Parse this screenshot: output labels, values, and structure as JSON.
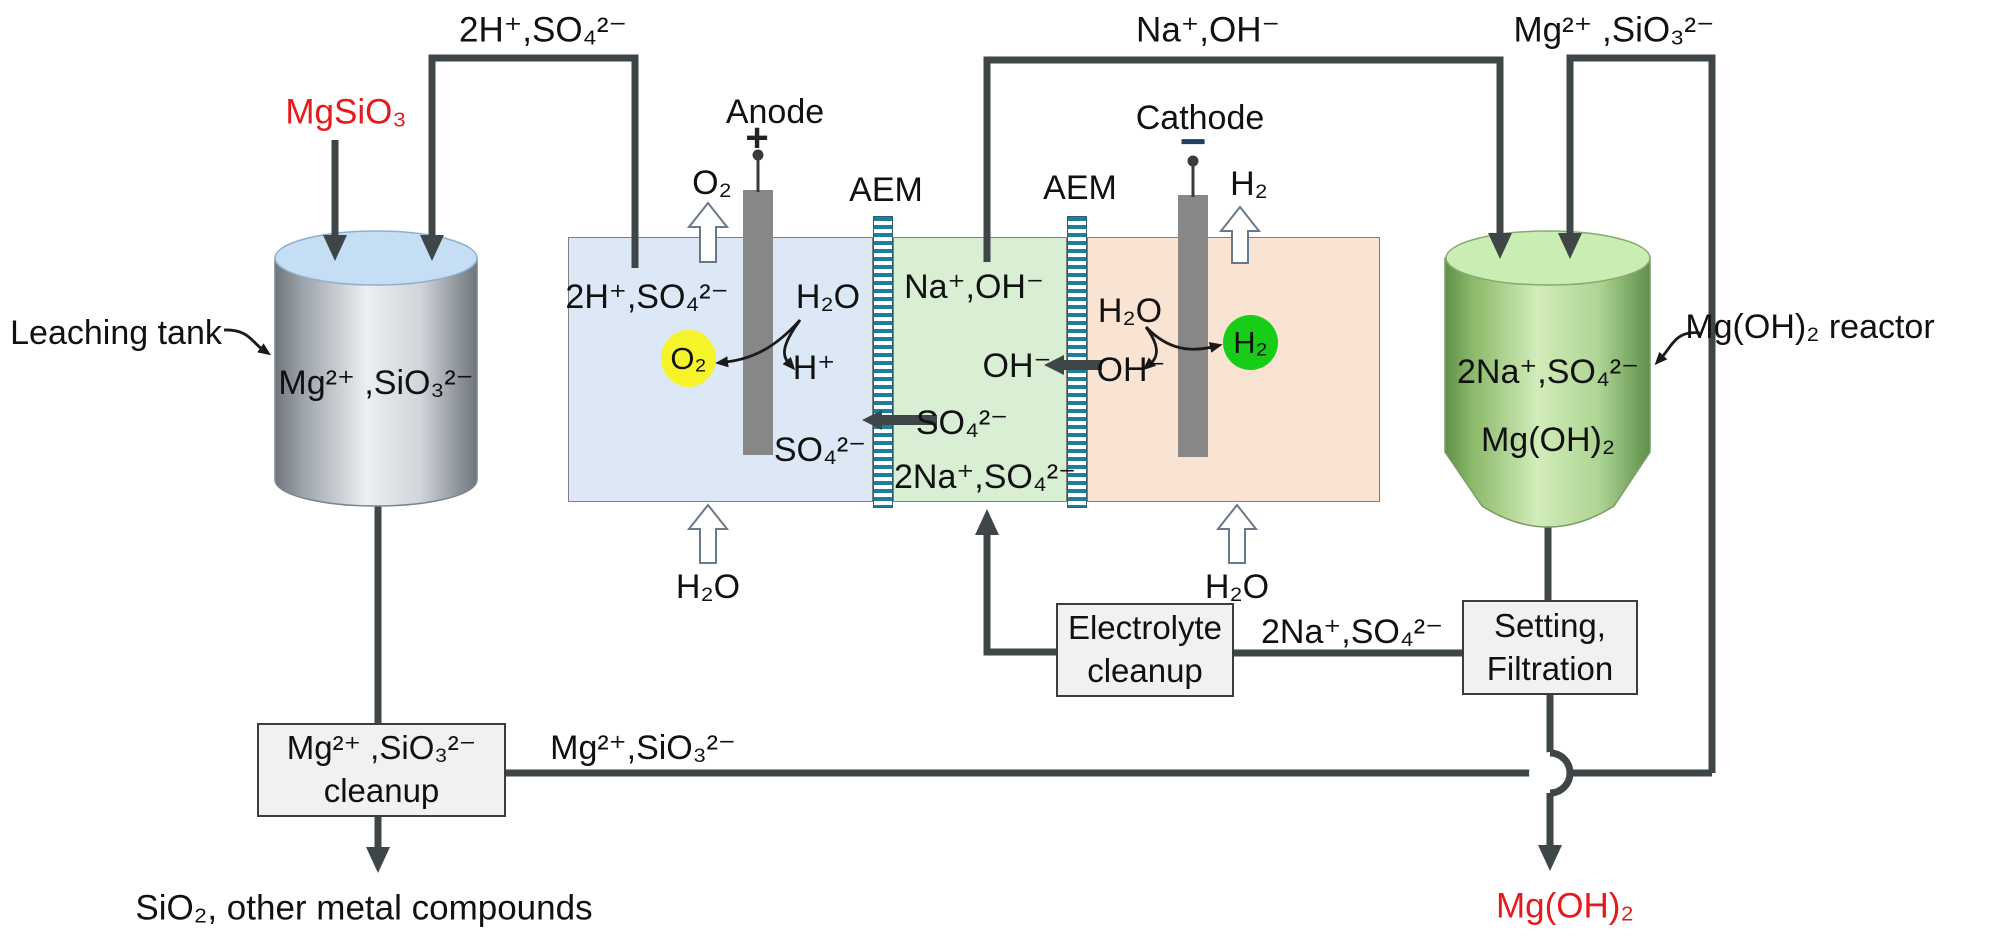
{
  "colors": {
    "line": "#3f4648",
    "red": "#e8191c",
    "anolyte_bg": "#dce8f5",
    "center_bg": "#d9efd4",
    "catholyte_bg": "#f9e3d3",
    "membrane_teal": "#1d7f9c",
    "o2_highlight": "#f6f32a",
    "h2_highlight": "#17cd17",
    "electrode_gray": "#878787",
    "box_bg": "#f1f1f1"
  },
  "leaching_tank": {
    "label": "Leaching tank",
    "feed": "MgSiO₃",
    "content": "Mg²⁺ ,SiO₃²⁻"
  },
  "electrolyzer": {
    "anode": {
      "label": "Anode",
      "sign": "+"
    },
    "cathode": {
      "label": "Cathode",
      "sign": "−"
    },
    "membranes": {
      "left": "AEM",
      "right": "AEM"
    },
    "anolyte": {
      "solution": "2H⁺,SO₄²⁻",
      "oxygen_bubble": "O₂",
      "oxygen_out": "O₂",
      "water": "H₂O",
      "proton": "H⁺",
      "sulfate": "SO₄²⁻",
      "water_in": "H₂O"
    },
    "center": {
      "solution": "Na⁺,OH⁻",
      "hydroxide": "OH⁻",
      "sulfate": "SO₄²⁻",
      "solution_bottom": "2Na⁺,SO₄²⁻"
    },
    "catholyte": {
      "water": "H₂O",
      "hydroxide": "OH⁻",
      "hydrogen_bubble": "H₂",
      "hydrogen_out": "H₂",
      "water_in": "H₂O"
    }
  },
  "reactor": {
    "label": "Mg(OH)₂ reactor",
    "content_top": "2Na⁺,SO₄²⁻",
    "content_bottom": "Mg(OH)₂"
  },
  "process_boxes": {
    "electrolyte_cleanup": {
      "line1": "Electrolyte",
      "line2": "cleanup"
    },
    "setting_filtration": {
      "line1": "Setting,",
      "line2": "Filtration"
    },
    "mg_cleanup": {
      "line1": "Mg²⁺ ,SiO₃²⁻",
      "line2": "cleanup"
    }
  },
  "streams": {
    "acid_recycle": "2H⁺,SO₄²⁻",
    "naoh_recycle": "Na⁺,OH⁻",
    "mgsi_recycle": "Mg²⁺ ,SiO₃²⁻",
    "sodium_sulfate": "2Na⁺,SO₄²⁻",
    "mgsi_out": "Mg²⁺,SiO₃²⁻",
    "product": "Mg(OH)₂",
    "byproduct": "SiO₂, other metal compounds"
  }
}
